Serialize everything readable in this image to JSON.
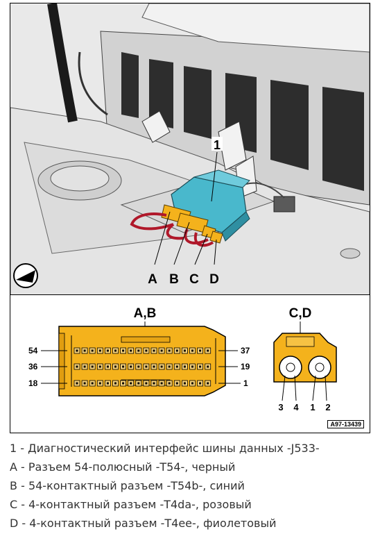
{
  "top_strip": "...",
  "figure": {
    "callout": "1",
    "connector_letters": [
      "A",
      "B",
      "C",
      "D"
    ],
    "ab_title": "A,B",
    "cd_title": "C,D",
    "ab_pins": {
      "p54": "54",
      "p36": "36",
      "p18": "18",
      "p37": "37",
      "p19": "19",
      "p1": "1"
    },
    "cd_pins": [
      "3",
      "4",
      "1",
      "2"
    ],
    "reference": "A97-13439"
  },
  "legend": [
    {
      "key": "1",
      "text": "Диагностический интерфейс шины данных -J533-"
    },
    {
      "key": "A",
      "text": "Разъем 54-полюсный -T54-, черный"
    },
    {
      "key": "B",
      "text": "54-контактный разъем -T54b-, синий"
    },
    {
      "key": "C",
      "text": "4-контактный разъем -T4da-, розовый"
    },
    {
      "key": "D",
      "text": "4-контактный разъем -T4ee-, фиолетовый"
    }
  ],
  "colors": {
    "module": "#49b8cc",
    "connector": "#f4b21c",
    "wire": "#b0182a",
    "body": "#e6e6e6"
  }
}
